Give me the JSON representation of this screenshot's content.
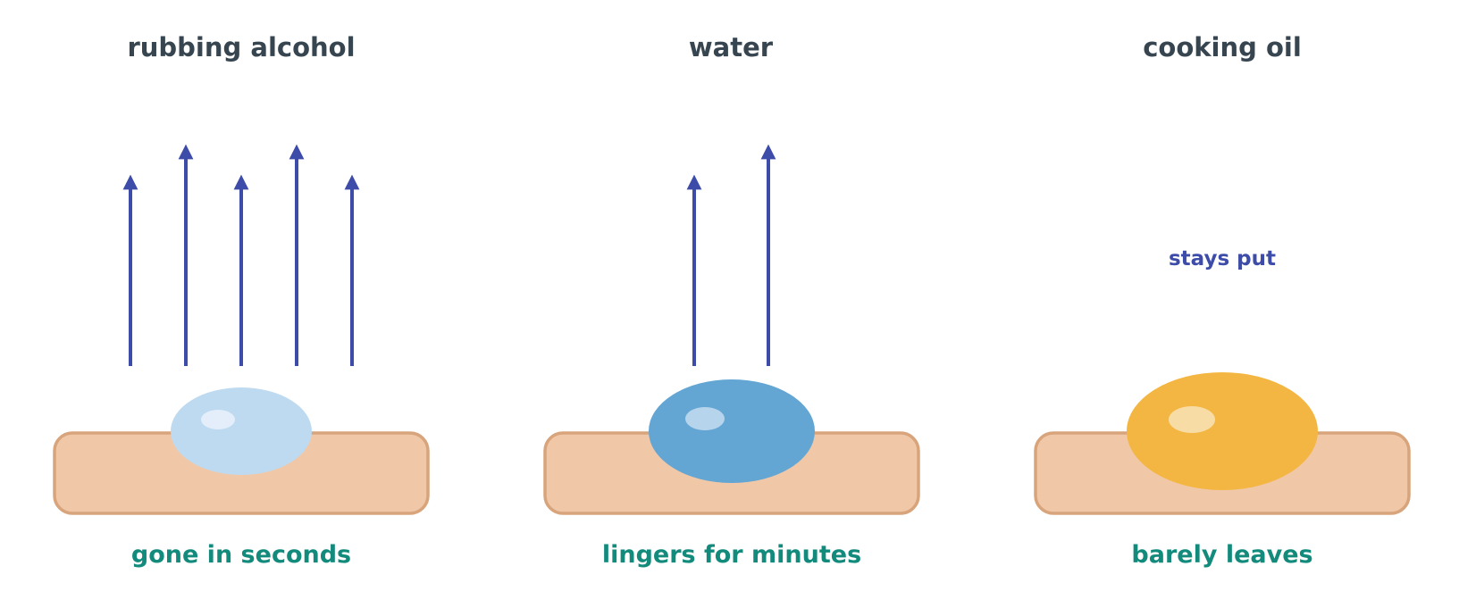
{
  "panels": [
    {
      "title": "rubbing alcohol",
      "caption": "gone in seconds",
      "note": "",
      "arrow_count": 5,
      "drop_color": "#bedaf0",
      "highlight_color": "#e4eefa",
      "evaporation": "fast"
    },
    {
      "title": "water",
      "caption": "lingers for minutes",
      "note": "",
      "arrow_count": 2,
      "drop_color": "#63a6d4",
      "highlight_color": "#b6d5ec",
      "evaporation": "medium"
    },
    {
      "title": "cooking oil",
      "caption": "barely leaves",
      "note": "stays put",
      "arrow_count": 0,
      "drop_color": "#f4b642",
      "highlight_color": "#f8dca5",
      "evaporation": "none"
    }
  ],
  "colors": {
    "title": "#36454f",
    "caption": "#128a7c",
    "arrow": "#3c4ca8",
    "note": "#3c4ca8",
    "surface_fill": "#f0c8a8",
    "surface_stroke": "#d8a47c"
  }
}
